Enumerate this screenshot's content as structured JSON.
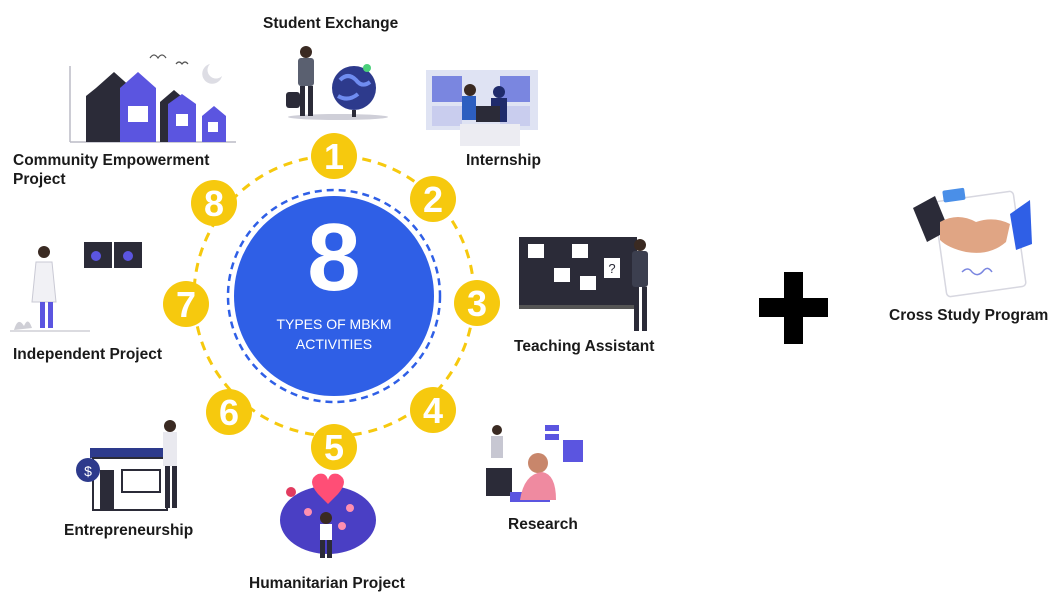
{
  "center": {
    "number": "8",
    "line1": "TYPES OF MBKM",
    "line2": "ACTIVITIES"
  },
  "activities": [
    {
      "number": "1",
      "label": "Student Exchange"
    },
    {
      "number": "2",
      "label": "Internship"
    },
    {
      "number": "3",
      "label": "Teaching Assistant"
    },
    {
      "number": "4",
      "label": "Research"
    },
    {
      "number": "5",
      "label": "Humanitarian Project"
    },
    {
      "number": "6",
      "label": "Entrepreneurship"
    },
    {
      "number": "7",
      "label": "Independent Project"
    },
    {
      "number": "8",
      "label_line1": "Community Empowerment",
      "label_line2": "Project"
    }
  ],
  "extra": {
    "plus_symbol": "+",
    "label": "Cross Study Program"
  },
  "colors": {
    "accent_yellow": "#f6c90e",
    "center_blue": "#2f5fe6",
    "illustration_purple": "#5b55e0",
    "dark": "#2b2b38"
  }
}
